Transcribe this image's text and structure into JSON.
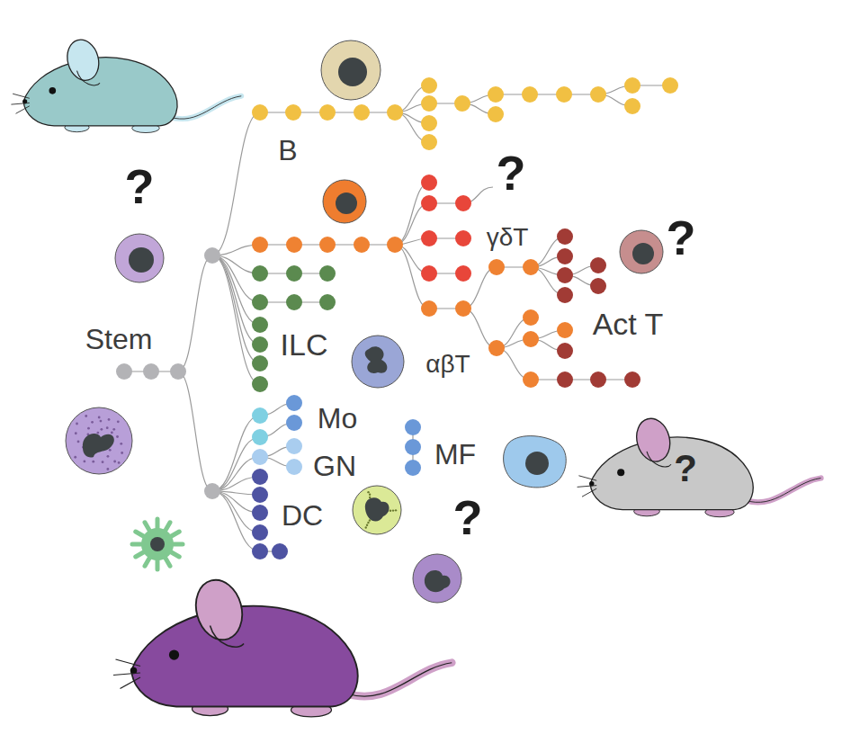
{
  "diagram": {
    "labels": [
      "B",
      "?",
      "?",
      "?",
      "γδT",
      "Act T",
      "Stem",
      "ILC",
      "αβT",
      "Mo",
      "MF",
      "GN",
      "?",
      "DC",
      "?"
    ]
  }
}
